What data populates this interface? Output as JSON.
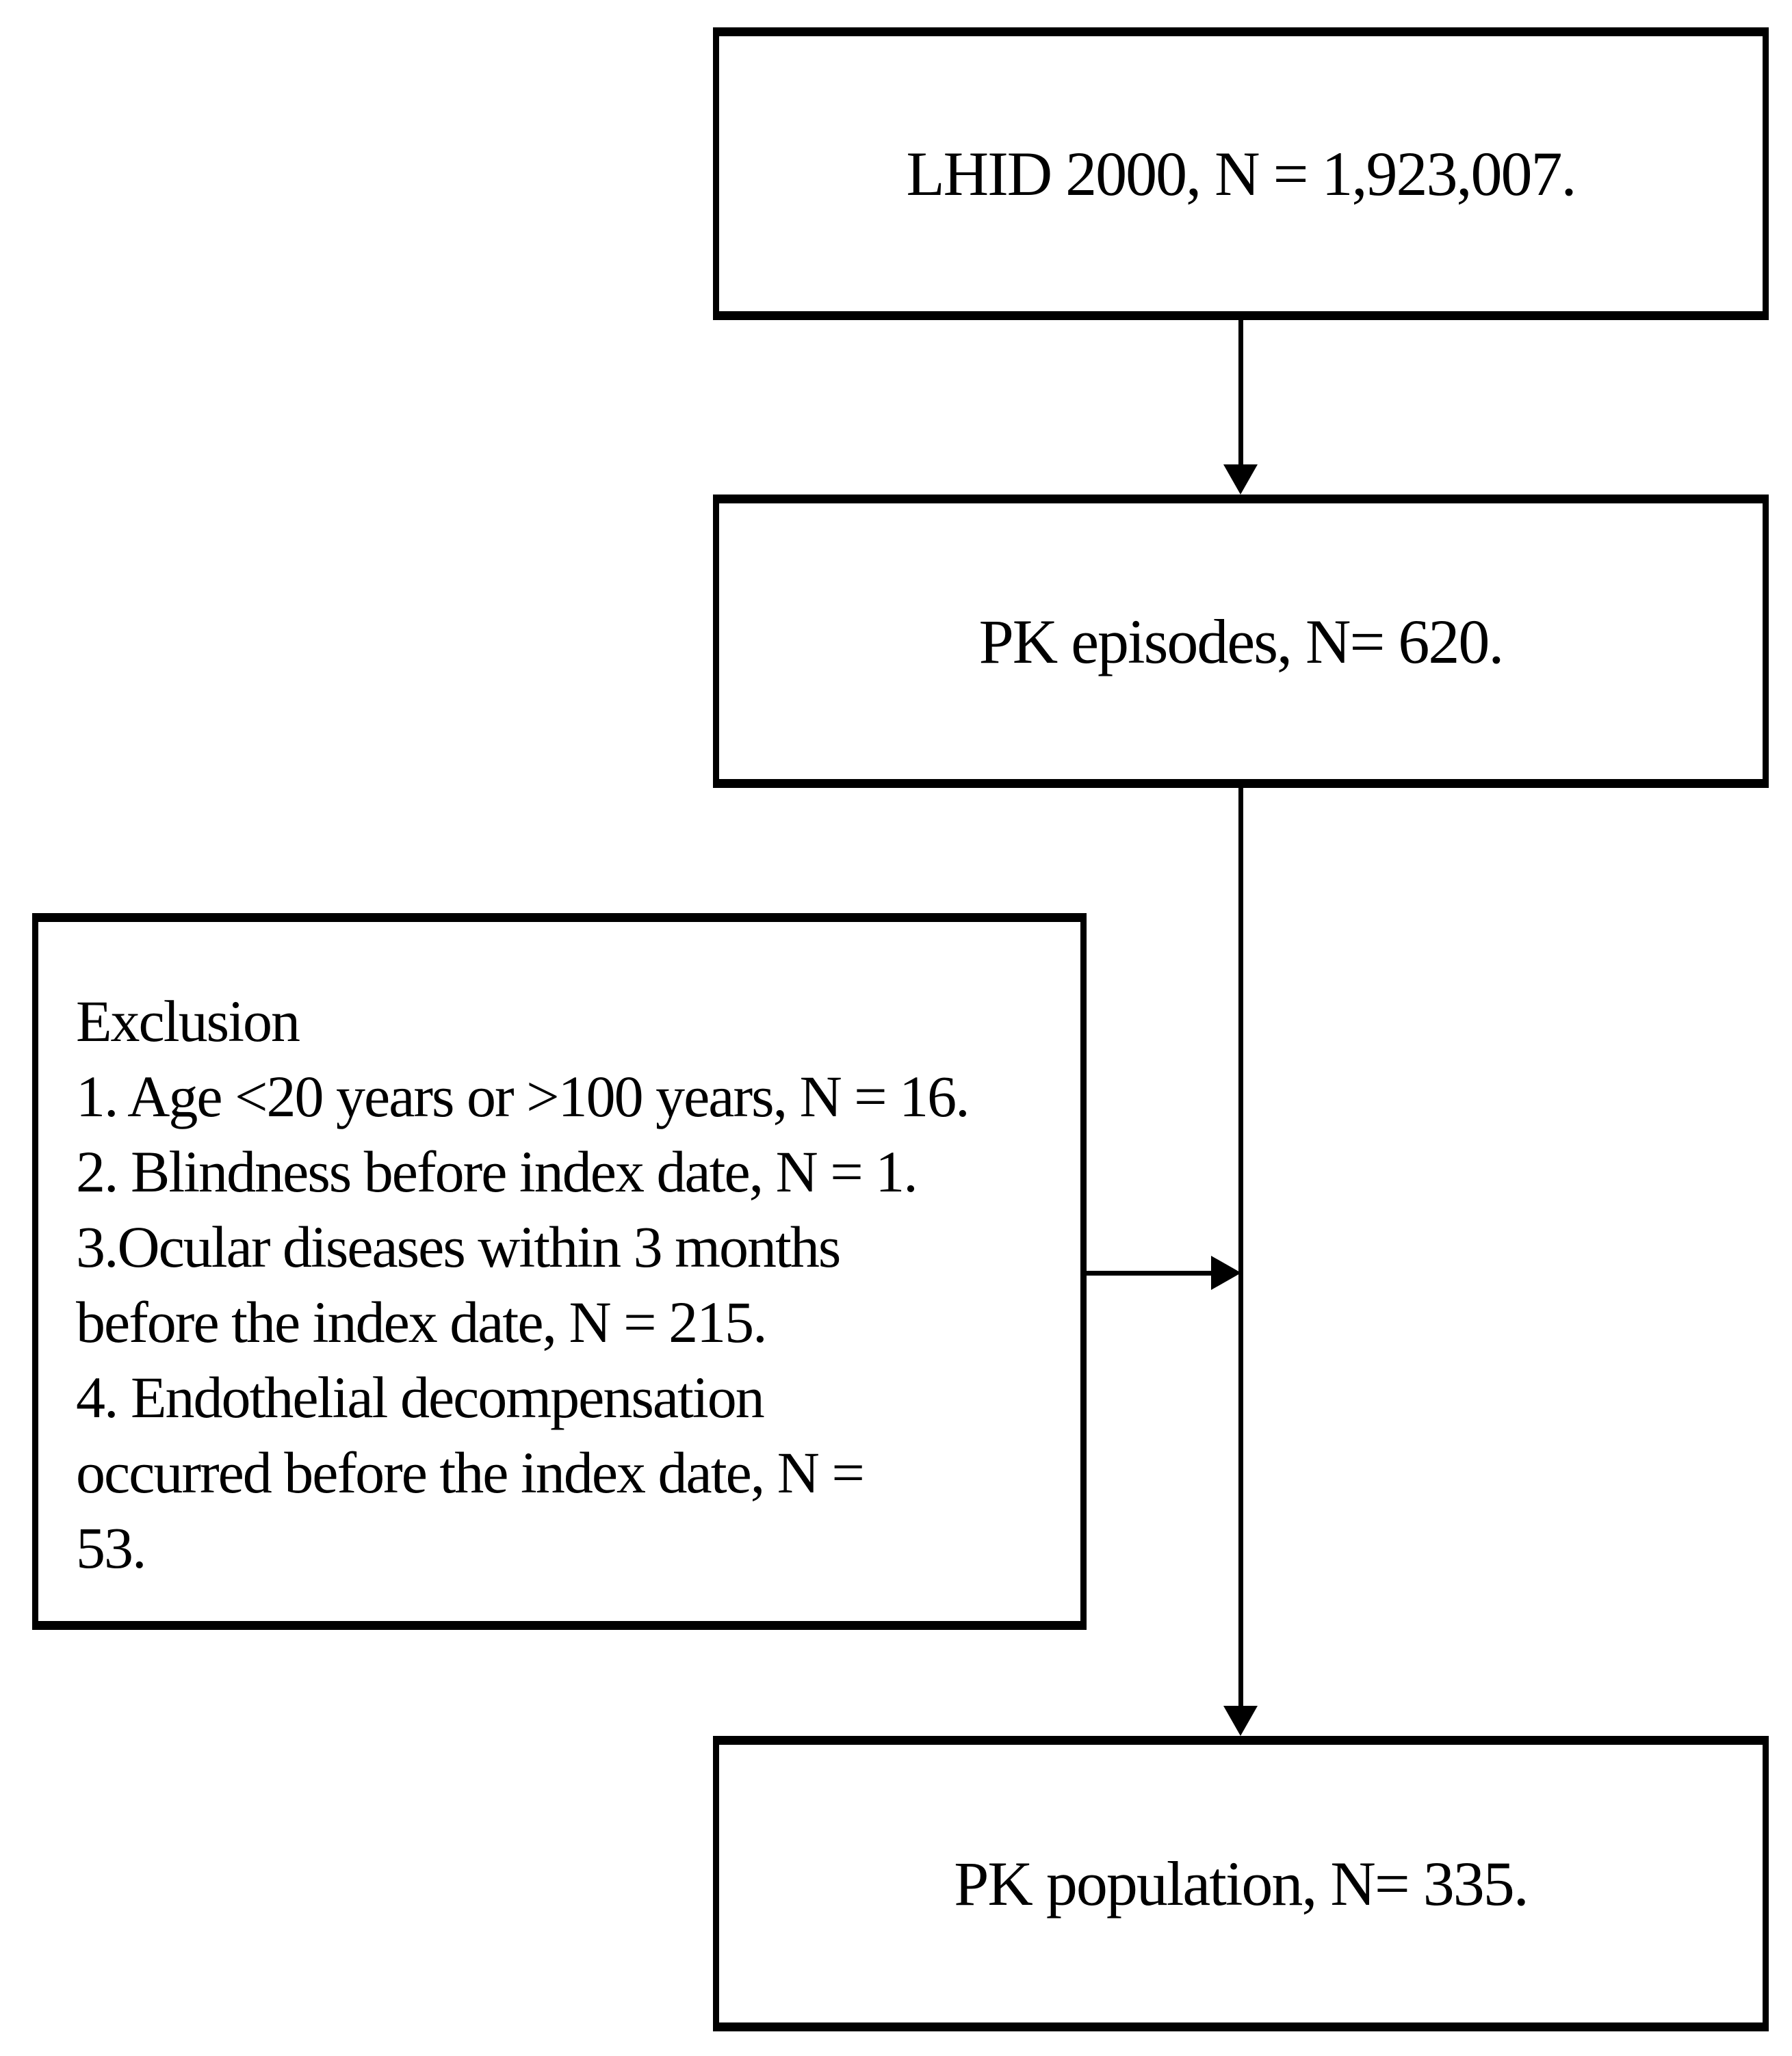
{
  "figure": {
    "type": "flowchart",
    "background_color": "#ffffff",
    "line_color": "#000000",
    "text_color": "#000000",
    "nodes": {
      "source": {
        "label": "LHID 2000, N = 1,923,007."
      },
      "episodes": {
        "label": "PK episodes, N= 620."
      },
      "exclusion": {
        "lines": [
          "Exclusion",
          "1. Age <20 years or >100 years, N = 16.",
          "2. Blindness before index date, N = 1.",
          "3.Ocular diseases within 3 months",
          "before the index date, N = 215.",
          "4. Endothelial decompensation",
          "occurred before the index date, N =",
          "53."
        ]
      },
      "population": {
        "label": "PK population, N= 335."
      }
    }
  }
}
